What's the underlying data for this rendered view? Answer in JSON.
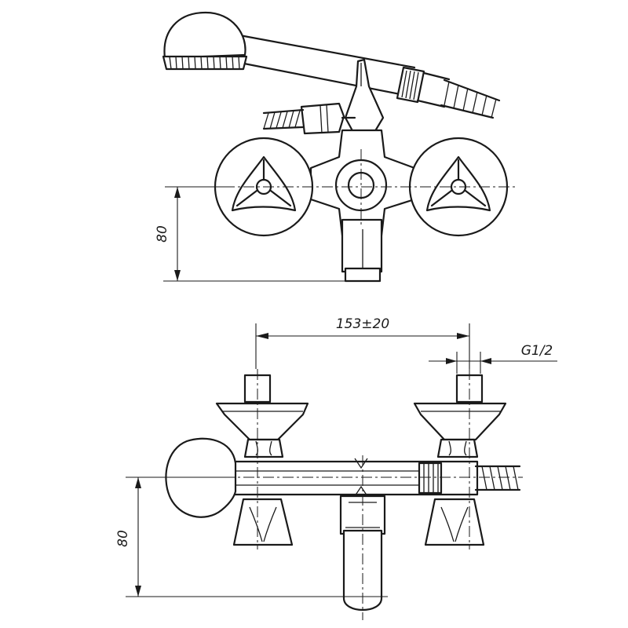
{
  "drawing": {
    "top_view": {
      "height_dimension": "80"
    },
    "front_view": {
      "spacing_dimension": "153±20",
      "thread_dimension": "G1/2",
      "height_dimension": "80"
    }
  }
}
